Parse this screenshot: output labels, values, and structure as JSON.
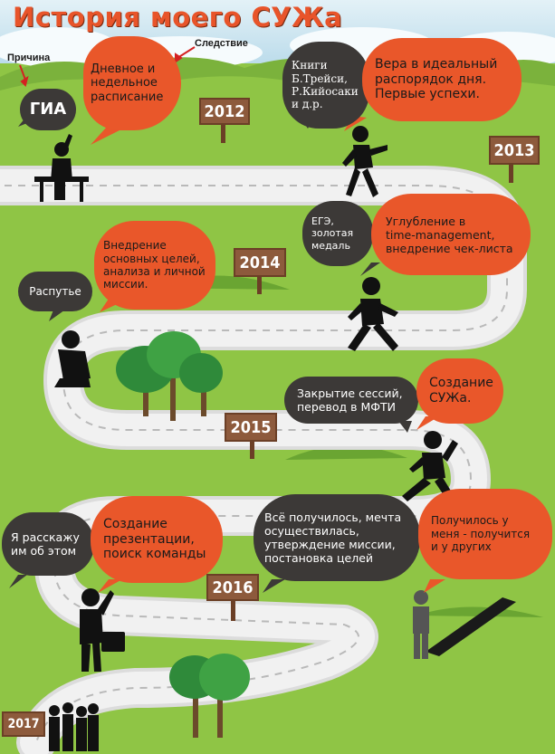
{
  "title": "История моего СУЖа",
  "labels": {
    "cause": "Причина",
    "effect": "Следствие"
  },
  "years": [
    "2012",
    "2013",
    "2014",
    "2015",
    "2016",
    "2017"
  ],
  "bubbles": {
    "gia": "ГИА",
    "schedule": "Дневное и\nнедельное\nрасписание",
    "books": "Книги\nБ.Трейси,\nР.Кийосаки\nи д.р.",
    "faith": "Вера в идеальный\nраспорядок дня.\nПервые успехи.",
    "ege": "ЕГЭ,\nзолотая\nмедаль",
    "deepening": "Углубление в\ntime-management,\nвнедрение чек-листа",
    "goals": "Внедрение\nосновных целей,\nанализа и личной\nмиссии.",
    "crossroad": "Распутье",
    "sessions": "Закрытие сессий,\nперевод в МФТИ",
    "creation": "Создание\nСУЖа.",
    "tell": "Я расскажу\nим об этом",
    "presentation": "Создание\nпрезентации,\nпоиск команды",
    "dream": "Всё получилось, мечта\nосуществилась,\nутверждение миссии,\nпостановка целей",
    "others": "Получилось у\nменя - получится\nи у других"
  },
  "colors": {
    "orange": "#e9572a",
    "dark": "#3c3937",
    "grass": "#8fc545",
    "road": "#ebebeb",
    "sign": "#8d5a3c"
  }
}
